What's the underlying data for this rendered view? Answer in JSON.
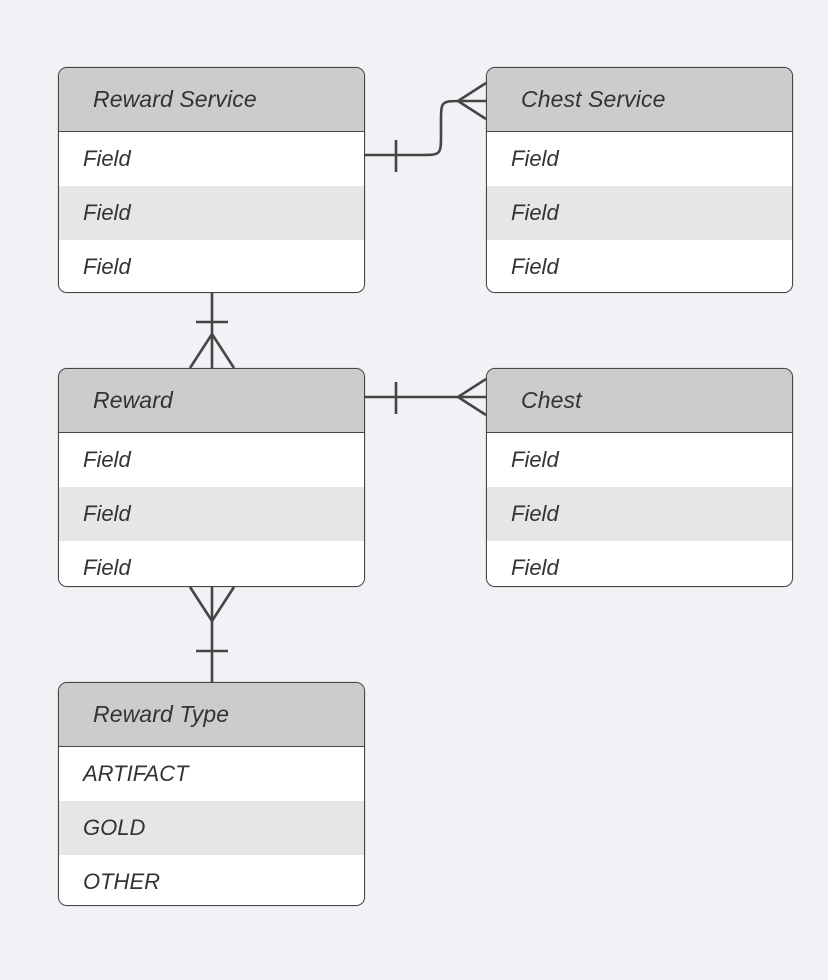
{
  "diagram": {
    "type": "entity-relationship-diagram",
    "background_color": "#f0f2f5",
    "header_color": "#cccccc",
    "alt_row_color": "#e6e6e6",
    "border_color": "#454545",
    "text_color": "#333333",
    "entities": [
      {
        "id": "reward-service",
        "title": "Reward Service",
        "rows": [
          "Field",
          "Field",
          "Field"
        ]
      },
      {
        "id": "chest-service",
        "title": "Chest Service",
        "rows": [
          "Field",
          "Field",
          "Field"
        ]
      },
      {
        "id": "reward",
        "title": "Reward",
        "rows": [
          "Field",
          "Field",
          "Field"
        ]
      },
      {
        "id": "chest",
        "title": "Chest",
        "rows": [
          "Field",
          "Field",
          "Field"
        ]
      },
      {
        "id": "reward-type",
        "title": "Reward Type",
        "rows": [
          "ARTIFACT",
          "GOLD",
          "OTHER"
        ]
      }
    ],
    "relationships": [
      {
        "id": "reward-service-to-chest-service",
        "from": "reward-service",
        "to": "chest-service",
        "from_cardinality": "one",
        "to_cardinality": "many"
      },
      {
        "id": "reward-service-to-reward",
        "from": "reward-service",
        "to": "reward",
        "from_cardinality": "one",
        "to_cardinality": "many"
      },
      {
        "id": "reward-to-chest",
        "from": "reward",
        "to": "chest",
        "from_cardinality": "one",
        "to_cardinality": "many"
      },
      {
        "id": "reward-to-reward-type",
        "from": "reward",
        "to": "reward-type",
        "from_cardinality": "many",
        "to_cardinality": "one"
      }
    ]
  }
}
